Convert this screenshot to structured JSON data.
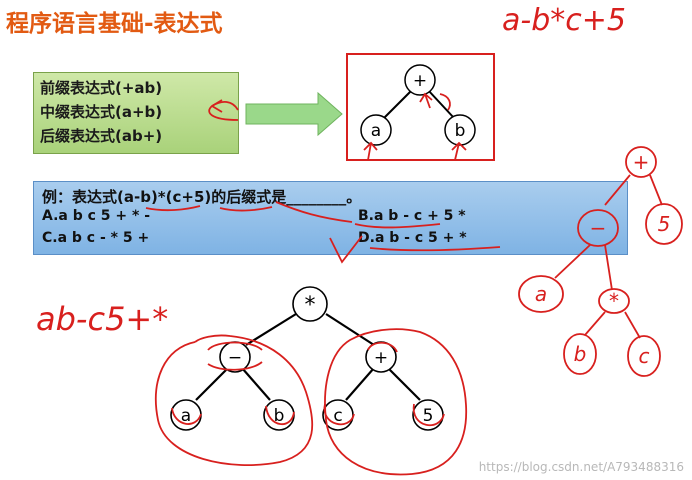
{
  "title": "程序语言基础-表达式",
  "notations": {
    "prefix": "前缀表达式(+ab)",
    "infix": "中缀表达式(a+b)",
    "postfix": "后缀表达式(ab+)"
  },
  "small_tree": {
    "root": "+",
    "left": "a",
    "right": "b"
  },
  "question": {
    "prompt": "例：表达式(a-b)*(c+5)的后缀式是________。",
    "option_a": "A.a b c 5 + * -",
    "option_b": "B.a b - c + 5 *",
    "option_c": "C.a b c - * 5 +",
    "option_d": "D.a b - c 5 + *"
  },
  "main_tree": {
    "root": "*",
    "left_op": "−",
    "right_op": "+",
    "leaf_a": "a",
    "leaf_b": "b",
    "leaf_c": "c",
    "leaf_5": "5"
  },
  "handwriting": {
    "top_right": "a-b*c+5",
    "left_answer": "ab-c5+*",
    "right_tree": {
      "root": "+",
      "minus": "−",
      "five": "5",
      "a": "a",
      "times": "*",
      "b": "b",
      "c": "c"
    }
  },
  "watermark": "https://blog.csdn.net/A793488316",
  "colors": {
    "title": "#e25a12",
    "ink": "#d8201e",
    "arrow": "#8fd07a"
  }
}
